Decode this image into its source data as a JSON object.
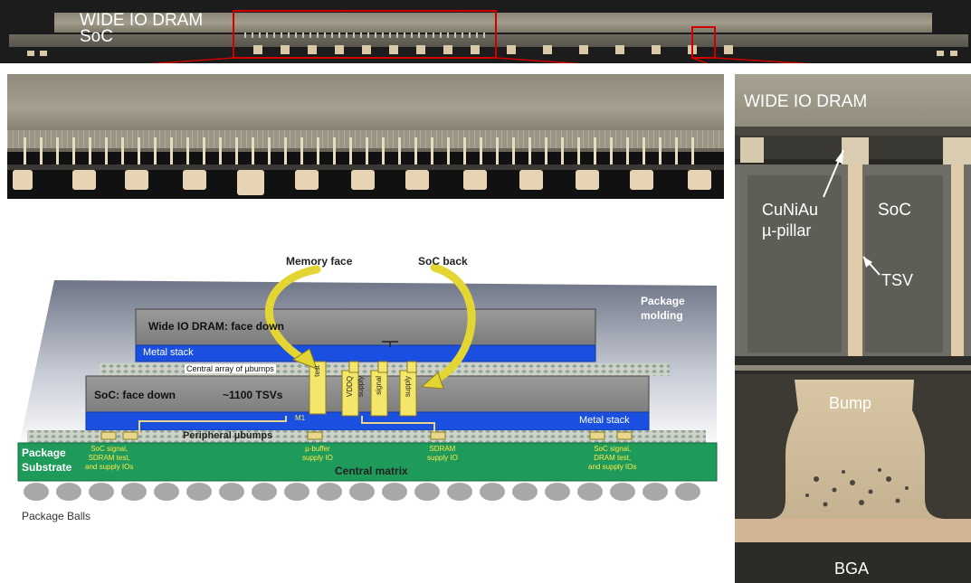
{
  "top_strip": {
    "dram_label": "WIDE IO DRAM",
    "soc_label": "SoC"
  },
  "zoom_right": {
    "dram_label": "WIDE IO DRAM",
    "pillar_label_line1": "CuNiAu",
    "pillar_label_line2": "µ-pillar",
    "soc_label": "SoC",
    "tsv_label": "TSV",
    "bump_label": "Bump",
    "bga_label": "BGA"
  },
  "schematic": {
    "memory_face": "Memory face",
    "soc_back": "SoC back",
    "package_molding_line1": "Package",
    "package_molding_line2": "molding",
    "dram_face_down": "Wide IO DRAM: face down",
    "metal_stack_top": "Metal stack",
    "central_ubumps": "Central array of µbumps",
    "soc_face_down": "SoC: face down",
    "tsv_count": "~1100 TSVs",
    "metal_stack_bottom": "Metal stack",
    "m1": "M1",
    "peripheral_ubumps": "Peripheral µbumps",
    "package_substrate_line1": "Package",
    "package_substrate_line2": "Substrate",
    "tsv_test": "test",
    "tsv_vddq": "VDDQ",
    "tsv_supply1": "supply",
    "tsv_signal": "signal",
    "tsv_supply2": "supply",
    "io_left": [
      "SoC signal,",
      "SDRAM test,",
      "and supply IOs"
    ],
    "io_mid": [
      "µ-buffer",
      "supply IO"
    ],
    "io_sdram": [
      "SDRAM",
      "supply IO"
    ],
    "io_right": [
      "SoC signal,",
      "DRAM test,",
      "and supply IOs"
    ],
    "central_matrix": "Central matrix",
    "package_balls": "Package Balls"
  },
  "colors": {
    "highlight_red": "#d00000",
    "metal_blue": "#1a4fe0",
    "substrate_green": "#1e9a5a",
    "tsv_yellow": "#f3e66a",
    "io_text_yellow": "#ffe94a"
  }
}
